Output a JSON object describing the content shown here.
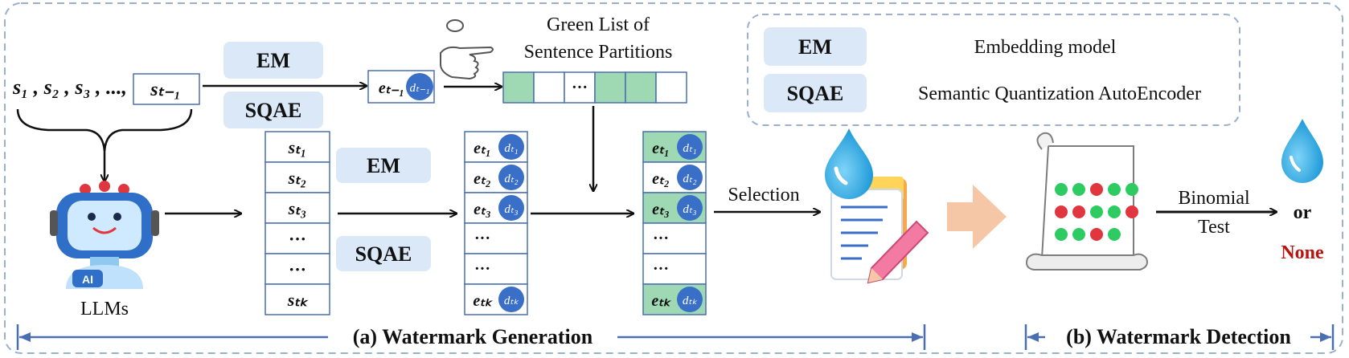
{
  "legend": {
    "items": [
      {
        "abbr": "EM",
        "full": "Embedding model"
      },
      {
        "abbr": "SQAE",
        "full": "Semantic Quantization AutoEncoder"
      }
    ]
  },
  "context": {
    "prefix": "s₁ , s₂ , s₃ , ...,",
    "last": "sₜ₋₁"
  },
  "labels": {
    "em": "EM",
    "sqae": "SQAE",
    "green_list": [
      "Green List of",
      "Sentence Partitions"
    ],
    "green_list_dots": "···",
    "prev_e": "eₜ₋₁",
    "prev_d": "dₜ₋₁",
    "llms": "LLMs",
    "robot_ai": "AI",
    "selection": "Selection",
    "binomial": [
      "Binomial",
      "Test"
    ],
    "or": "or",
    "none": "None",
    "section_a": "(a) Watermark Generation",
    "section_b": "(b) Watermark Detection"
  },
  "candidates": [
    "sₜ₁",
    "sₜ₂",
    "sₜ₃",
    "···",
    "···",
    "sₜₖ"
  ],
  "embeddings": [
    {
      "e": "eₜ₁",
      "d": "dₜ₁"
    },
    {
      "e": "eₜ₂",
      "d": "dₜ₂"
    },
    {
      "e": "eₜ₃",
      "d": "dₜ₃"
    },
    {
      "e": "···",
      "d": ""
    },
    {
      "e": "···",
      "d": ""
    },
    {
      "e": "eₜₖ",
      "d": "dₜₖ"
    }
  ],
  "green_flags": [
    true,
    false,
    true,
    false,
    false,
    true
  ],
  "partition_cells": [
    "green",
    "white",
    "dots",
    "green",
    "green",
    "white"
  ],
  "detection_dots": [
    [
      "green",
      "green",
      "red",
      "green",
      "green"
    ],
    [
      "red",
      "red",
      "green",
      "green",
      "red"
    ],
    [
      "green",
      "green",
      "red",
      "green"
    ]
  ],
  "colors": {
    "green_cell": "#9fd9b4",
    "blue_pill": "#dbe8f7",
    "d_circle": "#3a6fc8",
    "border_blue": "#4a6fb0",
    "dashed": "#9ab0cf",
    "arrow_orange": "#f6c7a6",
    "drop": "#33a7e0",
    "dot_green": "#2ecb63",
    "dot_red": "#e0363f",
    "none_red": "#b8150f"
  }
}
